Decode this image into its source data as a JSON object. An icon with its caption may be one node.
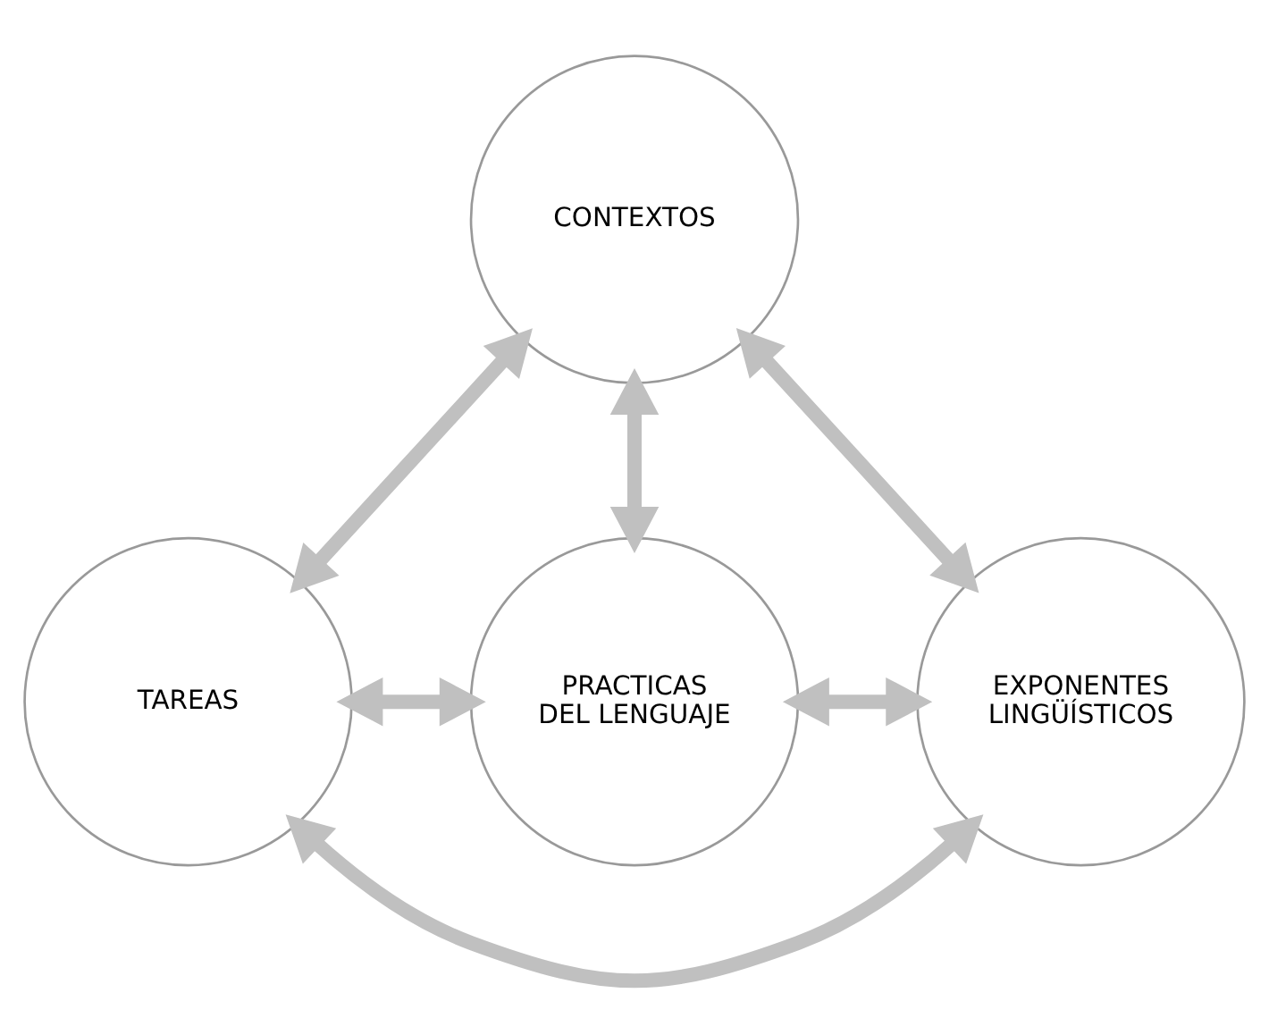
{
  "diagram": {
    "nodes": [
      {
        "text": [
          "CONTEXTOS"
        ]
      },
      {
        "text": [
          "TAREAS"
        ]
      },
      {
        "text": [
          "EXPONENTES LINGÜÍSTICOS"
        ]
      },
      {
        "text": [
          "PRACTICAS DEL LENGUAJE"
        ]
      }
    ],
    "edges": [
      {
        "from": 1,
        "to": 0,
        "arrow": "both"
      },
      {
        "from": 0,
        "to": 2,
        "arrow": "both"
      },
      {
        "from": 1,
        "to": 2,
        "arrow": "both"
      },
      {
        "from": 0,
        "to": 3,
        "arrow": "both"
      },
      {
        "from": 1,
        "to": 3,
        "arrow": "both"
      },
      {
        "from": 2,
        "to": 3,
        "arrow": "both"
      }
    ]
  }
}
